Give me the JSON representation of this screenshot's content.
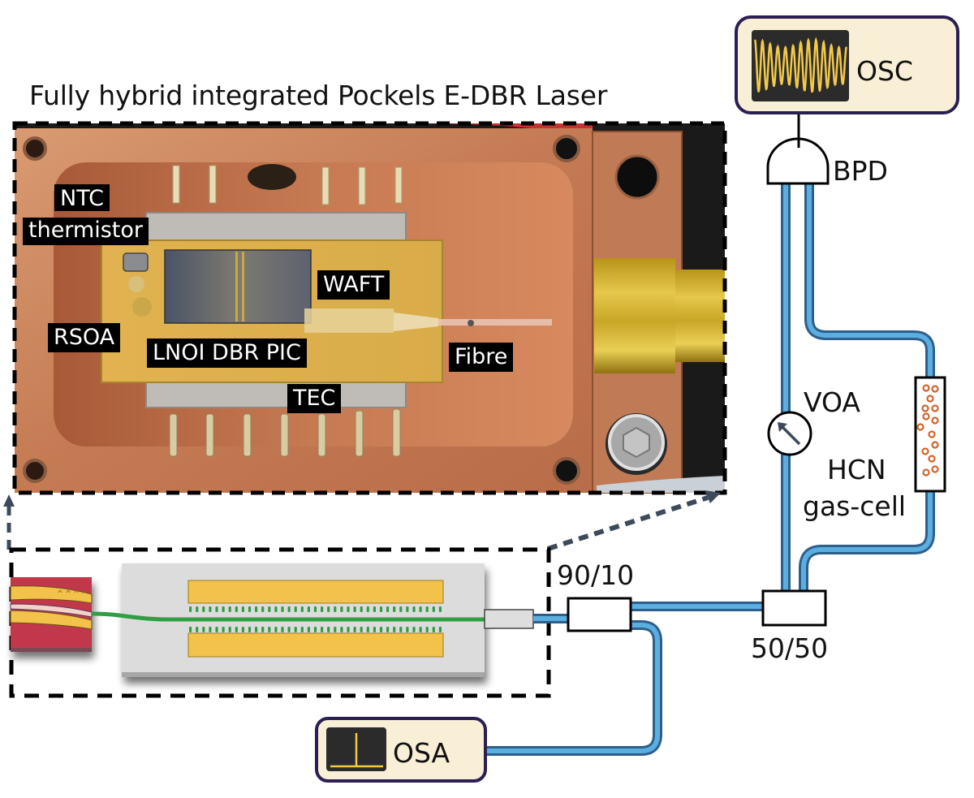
{
  "figure": {
    "title": "Fully hybrid integrated Pockels E-DBR Laser"
  },
  "photo_labels": {
    "ntc_line1": "NTC",
    "ntc_line2": "thermistor",
    "waft": "WAFT",
    "rsoa": "RSOA",
    "lnoi": "LNOI DBR PIC",
    "fibre": "Fibre",
    "tec": "TEC"
  },
  "instruments": {
    "osc": {
      "label": "OSC",
      "icon": "oscilloscope-waveform-icon"
    },
    "osa": {
      "label": "OSA",
      "icon": "spectrum-peak-icon"
    }
  },
  "components": {
    "bpd": "BPD",
    "voa": "VOA",
    "hcn_line1": "HCN",
    "hcn_line2": "gas-cell",
    "coupler_9010": "90/10",
    "coupler_5050": "50/50"
  },
  "colors": {
    "fibre_outer": "#2e5f8a",
    "fibre_inner": "#5aaee0",
    "instrument_fill": "#f8efd6",
    "instrument_border": "#2a1f52",
    "screen_bg": "#2b2b2b",
    "trace": "#f3c94a",
    "copper": "#c8825c",
    "gold_electrode": "#f2c24a",
    "waveguide_green": "#2f9e44",
    "rsoa_red": "#c0394a",
    "chip_grey": "#dcdcdc",
    "gas_particle": "#d0642a",
    "arrow_dash": "#3d4a5c"
  }
}
